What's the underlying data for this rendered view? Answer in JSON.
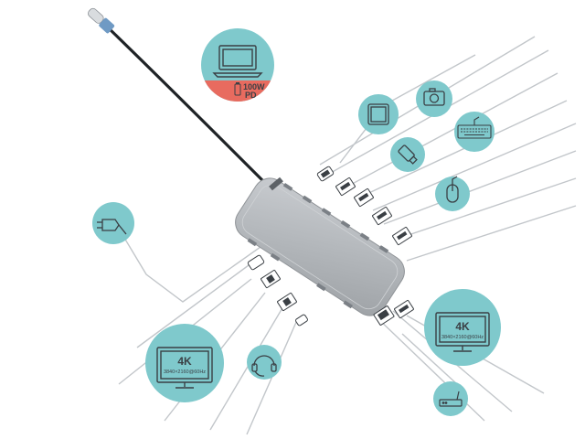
{
  "laptop_badge": {
    "power_text": "100W",
    "pd_text": "PD",
    "icon": "laptop-icon"
  },
  "monitor_left": {
    "res_label": "4K",
    "res_detail": "3840×2160@60Hz",
    "icon": "monitor-icon"
  },
  "monitor_right": {
    "res_label": "4K",
    "res_detail": "3840×2160@60Hz",
    "icon": "monitor-icon"
  },
  "peripheral_icons": [
    "tablet-icon",
    "camera-icon",
    "usb-stick-icon",
    "keyboard-icon",
    "mouse-icon",
    "power-plug-icon",
    "headset-icon",
    "router-icon"
  ],
  "colors": {
    "teal": "#7fc9cc",
    "coral": "#e86b5f",
    "line": "#b8bcc0",
    "hub": "#a9adb1",
    "outline": "#3a3f44"
  }
}
